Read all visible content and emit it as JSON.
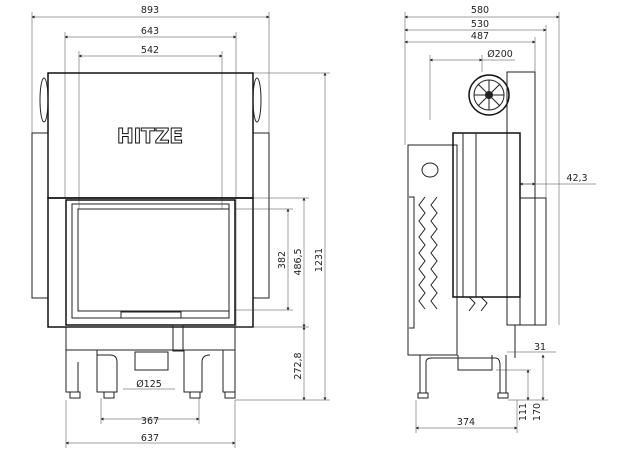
{
  "brand": "HITZE",
  "front_view": {
    "dims": {
      "overall_width": "893",
      "top_width": "643",
      "inner_width": "542",
      "glass_height": "382",
      "door_height": "486,5",
      "overall_height": "1231",
      "base_height": "272,8",
      "flue_diameter": "Ø125",
      "leg_spacing": "367",
      "base_width": "637"
    }
  },
  "side_view": {
    "dims": {
      "overall_depth": "580",
      "depth_530": "530",
      "depth_487": "487",
      "fan_diameter": "Ø200",
      "offset": "42,3",
      "dim_31": "31",
      "dim_170": "170",
      "dim_111": "111",
      "leg_depth": "374"
    }
  }
}
